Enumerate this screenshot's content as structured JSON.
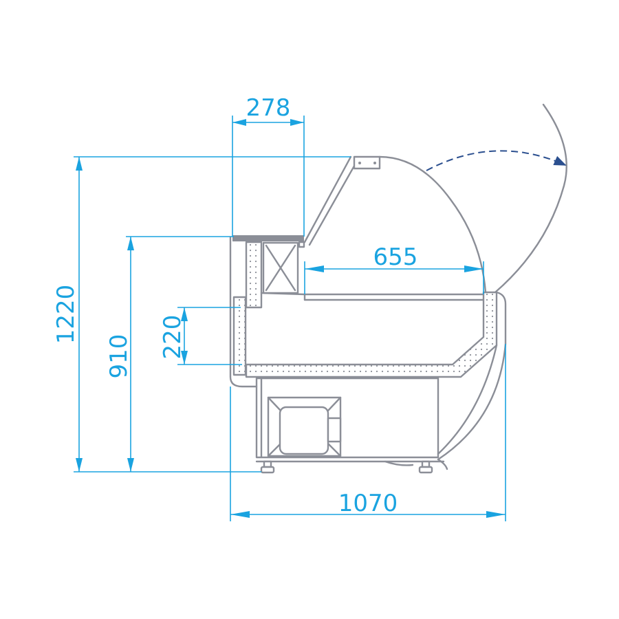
{
  "title": "Display counter side section",
  "dimensions": {
    "top_shelf_depth": "278",
    "display_depth": "655",
    "front_height": "220",
    "counter_height": "910",
    "total_height": "1220",
    "total_depth": "1070"
  },
  "colors": {
    "dimension": "#1aa3e0",
    "outline": "#8b8e97",
    "swing_arrow": "#2b4f8f"
  }
}
